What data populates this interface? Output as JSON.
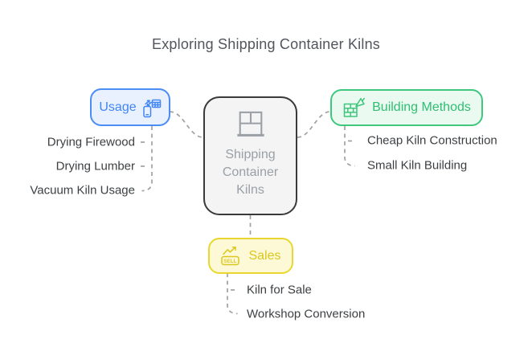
{
  "title": "Exploring Shipping Container Kilns",
  "central": {
    "label": "Shipping Container Kilns",
    "icon": "container-window-icon",
    "border_color": "#3a3a3a",
    "fill_color": "#f4f4f5",
    "text_color": "#9aa0a6"
  },
  "branches": {
    "usage": {
      "label": "Usage",
      "icon": "phone-sync-table-icon",
      "accent": "#4285f4",
      "fill": "#e8f1fd",
      "items": [
        "Drying Firewood",
        "Drying Lumber",
        "Vacuum Kiln Usage"
      ]
    },
    "building_methods": {
      "label": "Building Methods",
      "icon": "brick-wall-trowel-icon",
      "accent": "#3ec57b",
      "fill": "#eafaf1",
      "items": [
        "Cheap Kiln Construction",
        "Small Kiln Building"
      ]
    },
    "sales": {
      "label": "Sales",
      "icon": "sell-box-trend-icon",
      "icon_label": "SELL",
      "accent": "#e0c922",
      "fill": "#fdf9d6",
      "items": [
        "Kiln for Sale",
        "Workshop Conversion"
      ]
    }
  },
  "connector_color": "#a1a1a1"
}
